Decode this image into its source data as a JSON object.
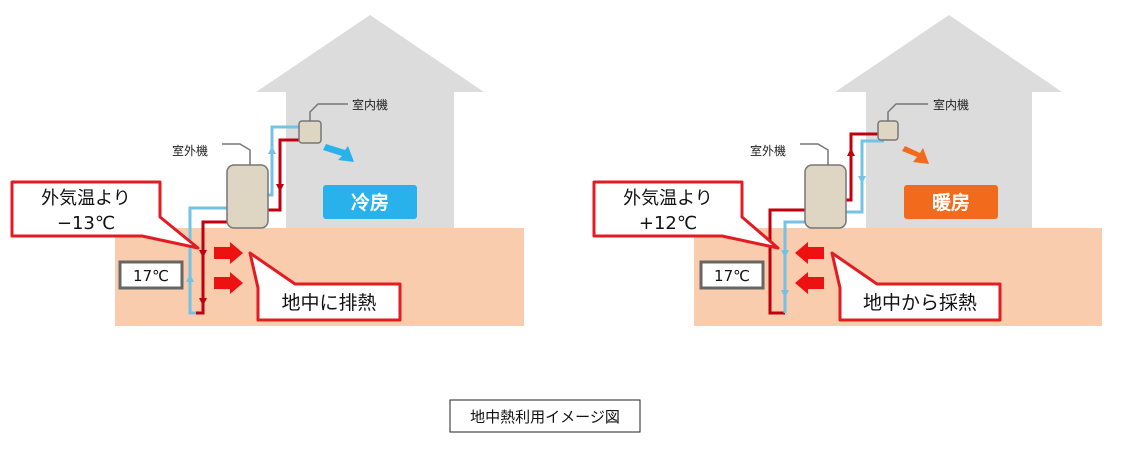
{
  "colors": {
    "ground": "#f8ccac",
    "house": "#dcdcdc",
    "unit_fill": "#ded6c2",
    "unit_stroke": "#777777",
    "pipe_blue": "#74c2e6",
    "pipe_red": "#c0000e",
    "arrow_red": "#ee1111",
    "cooling_badge": "#28b1ea",
    "heating_badge": "#f26a1b",
    "callout_border": "#e31b23",
    "temp_box_border": "#666666"
  },
  "left_panel": {
    "indoor_unit_label": "室内機",
    "outdoor_unit_label": "室外機",
    "mode_label": "冷房",
    "outside_temp_line1": "外気温より",
    "outside_temp_line2": "−13℃",
    "ground_temp": "17℃",
    "action_label": "地中に排熱",
    "airflow_icon": "blue-arrow-icon"
  },
  "right_panel": {
    "indoor_unit_label": "室内機",
    "outdoor_unit_label": "室外機",
    "mode_label": "暖房",
    "outside_temp_line1": "外気温より",
    "outside_temp_line2": "+12℃",
    "ground_temp": "17℃",
    "action_label": "地中から採熱",
    "airflow_icon": "orange-arrow-icon"
  },
  "caption": "地中熱利用イメージ図"
}
